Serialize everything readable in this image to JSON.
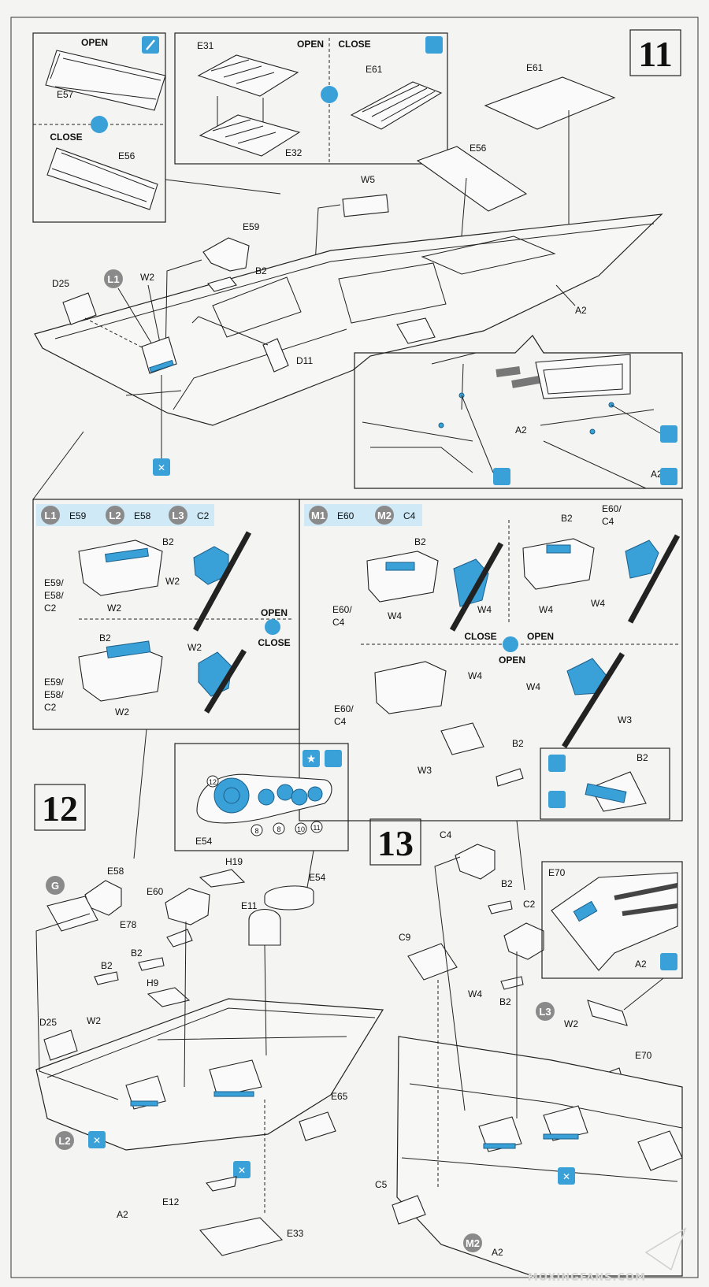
{
  "steps": {
    "s11": "11",
    "s12": "12",
    "s13": "13"
  },
  "words": {
    "open": "OPEN",
    "close": "CLOSE"
  },
  "parts": {
    "E57": "E57",
    "E56": "E56",
    "E31": "E31",
    "E32": "E32",
    "E61": "E61",
    "W5": "W5",
    "E59": "E59",
    "B2": "B2",
    "D25": "D25",
    "L1": "L1",
    "L2": "L2",
    "L3": "L3",
    "W2": "W2",
    "D11": "D11",
    "A2": "A2",
    "E58": "E58",
    "C2": "C2",
    "E59_E58_C2": "E59/ E58/ C2",
    "E60_C4": "E60/ C4",
    "E60_C4b": "E60/ C4",
    "M1": "M1",
    "M2": "M2",
    "E60": "E60",
    "C4": "C4",
    "W4": "W4",
    "W3": "W3",
    "E54": "E54",
    "H19": "H19",
    "E11": "E11",
    "E78": "E78",
    "H9": "H9",
    "G": "G",
    "E65": "E65",
    "E12": "E12",
    "E33": "E33",
    "C9": "C9",
    "C5": "C5",
    "E70": "E70"
  },
  "gauges": [
    "12",
    "8",
    "8",
    "10",
    "11"
  ],
  "watermark": "MOXINGFANS.COM",
  "colors": {
    "accent_blue": "#3aa0d8",
    "tag_bg": "#cfe9f7",
    "line": "#222222"
  }
}
